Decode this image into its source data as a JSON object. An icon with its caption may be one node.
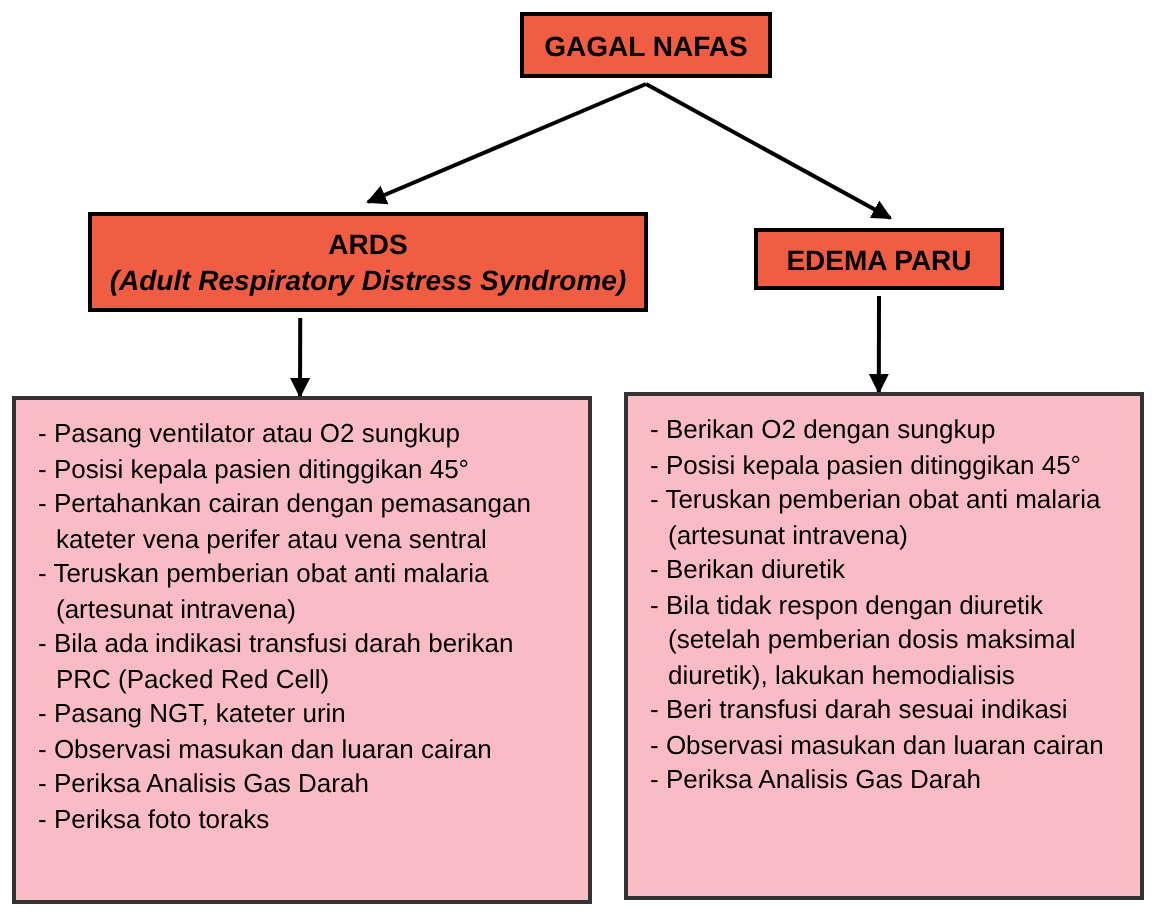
{
  "diagram": {
    "nodes": [
      {
        "text": [
          "GAGAL NAFAS"
        ]
      },
      {
        "text": [
          "ARDS",
          "(Adult Respiratory Distress Syndrome)"
        ]
      },
      {
        "text": [
          "EDEMA PARU"
        ]
      },
      {
        "text": [
          "- Pasang ventilator atau O2 sungkup",
          "- Posisi kepala pasien ditinggikan 45°",
          "- Pertahankan cairan dengan pemasangan kateter vena perifer atau vena sentral",
          "- Teruskan pemberian obat anti malaria (artesunat intravena)",
          "- Bila ada indikasi transfusi darah berikan PRC (Packed Red Cell)",
          "- Pasang NGT, kateter urin",
          "- Observasi masukan dan luaran cairan",
          "- Periksa Analisis Gas Darah",
          "- Periksa foto toraks"
        ]
      },
      {
        "text": [
          "- Berikan O2 dengan sungkup",
          "- Posisi kepala pasien ditinggikan 45°",
          "- Teruskan pemberian obat anti malaria (artesunat intravena)",
          "- Berikan diuretik",
          "- Bila tidak respon dengan diuretik (setelah pemberian dosis maksimal diuretik), lakukan hemodialisis",
          "- Beri transfusi darah sesuai indikasi",
          "- Observasi masukan dan luaran cairan",
          "- Periksa Analisis Gas Darah"
        ]
      }
    ],
    "edges": [
      {
        "from": 0,
        "to": 1,
        "arrow": "to"
      },
      {
        "from": 0,
        "to": 2,
        "arrow": "to"
      },
      {
        "from": 1,
        "to": 3,
        "arrow": "to"
      },
      {
        "from": 2,
        "to": 4,
        "arrow": "to"
      }
    ]
  }
}
